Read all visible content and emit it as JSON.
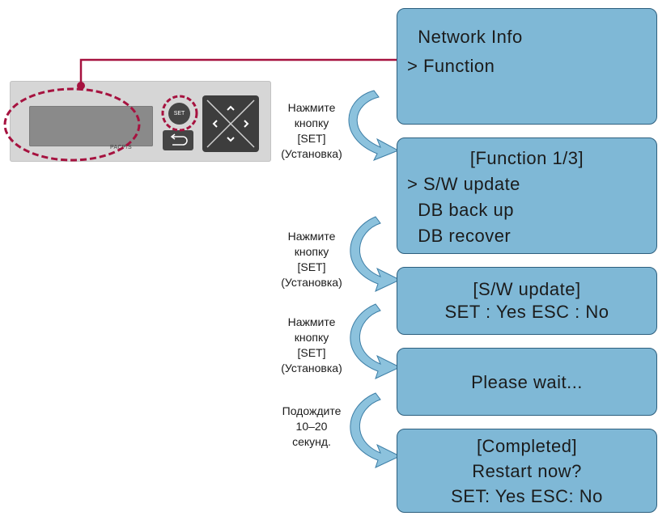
{
  "device": {
    "brand": "PACP/S",
    "set_button": "SET"
  },
  "screens": [
    {
      "lines": [
        "  Network Info",
        "> Function"
      ]
    },
    {
      "lines": [
        "[Function 1/3]",
        "> S/W update",
        "  DB back up",
        "  DB recover"
      ]
    },
    {
      "lines": [
        "[S/W update]",
        "SET : Yes ESC : No"
      ]
    },
    {
      "lines": [
        "Please wait..."
      ]
    },
    {
      "lines": [
        "[Completed]",
        "Restart now?",
        "SET: Yes ESC: No"
      ]
    }
  ],
  "captions": [
    {
      "lines": [
        "Нажмите",
        "кнопку",
        "[SET]",
        "(Установка)"
      ]
    },
    {
      "lines": [
        "Нажмите",
        "кнопку",
        "[SET]",
        "(Установка)"
      ]
    },
    {
      "lines": [
        "Нажмите",
        "кнопку",
        "[SET]",
        "(Установка)"
      ]
    },
    {
      "lines": [
        "Подождите",
        "10–20",
        "секунд."
      ]
    }
  ],
  "colors": {
    "screen_fill": "#7fb8d6",
    "screen_border": "#2d5f7e",
    "arrow_fill": "#8cc2dd",
    "highlight": "#a6123f"
  },
  "icons": [
    "up-arrow-icon",
    "down-arrow-icon",
    "left-arrow-icon",
    "right-arrow-icon",
    "return-icon"
  ]
}
